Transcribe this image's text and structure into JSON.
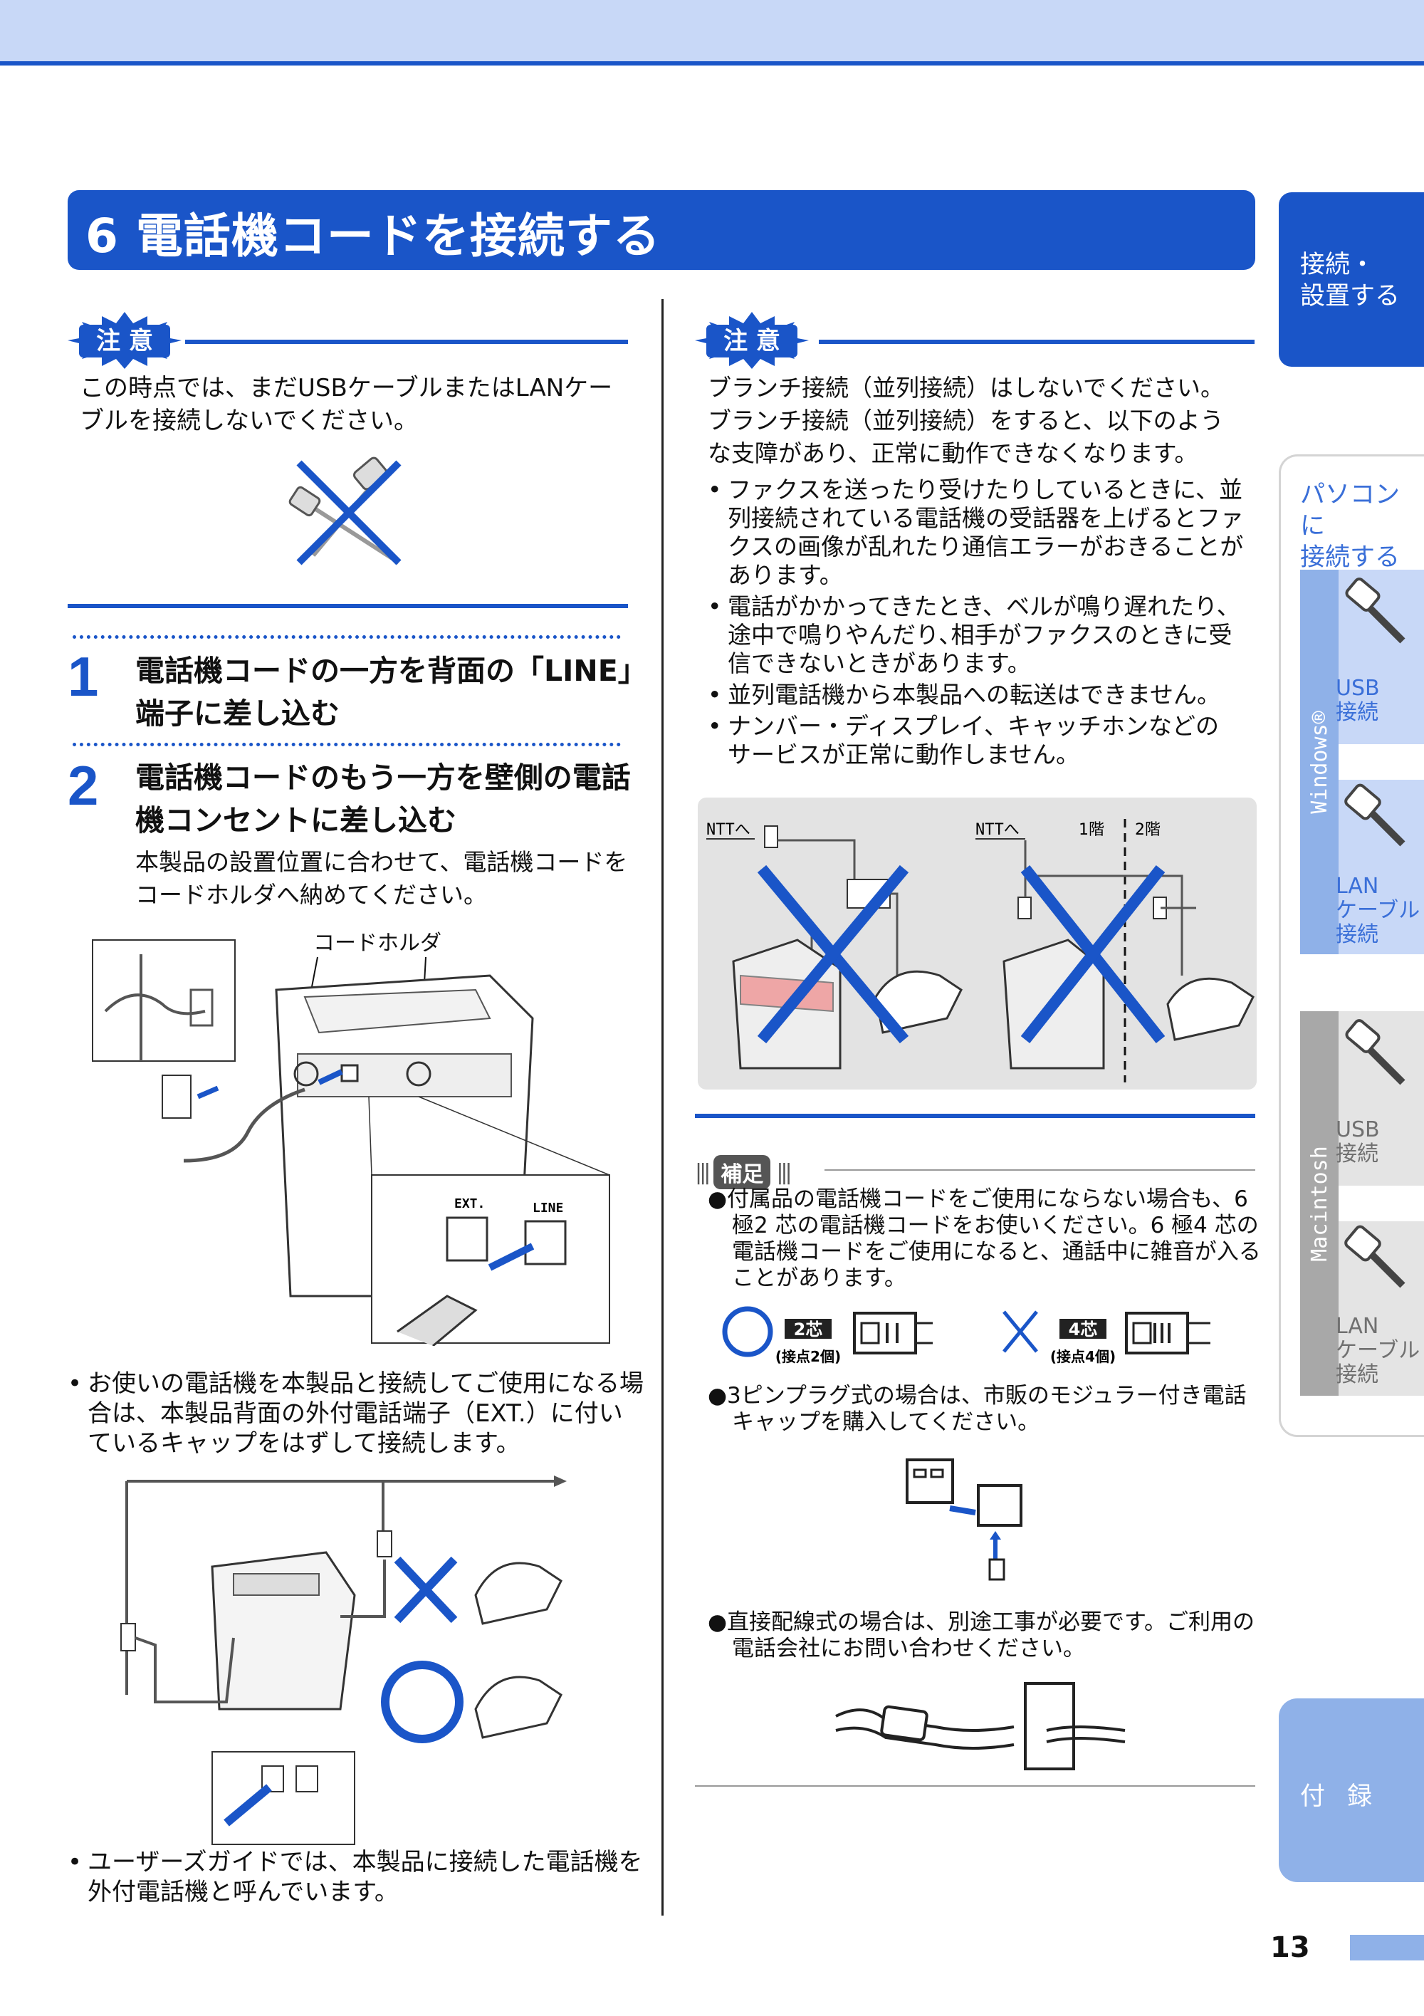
{
  "header": {
    "title": "6 電話機コードを接続する"
  },
  "badges": {
    "caution": "注 意",
    "supplement": "補足"
  },
  "left": {
    "caution_text": [
      "この時点では、まだUSBケーブルまたはLANケー",
      "ブルを接続しないでください。"
    ],
    "steps": [
      {
        "number": "1",
        "title": [
          "電話機コードの一方を背面の「LINE」",
          "端子に差し込む"
        ]
      },
      {
        "number": "2",
        "title": [
          "電話機コードのもう一方を壁側の電話",
          "機コンセントに差し込む"
        ],
        "desc": [
          "本製品の設置位置に合わせて、電話機コードを",
          "コードホルダへ納めてください。"
        ]
      }
    ],
    "cord_holder_label": "コードホルダ",
    "port_labels": {
      "ext": "EXT.",
      "line": "LINE"
    },
    "bullet1": [
      "お使いの電話機を本製品と接続してご使用になる場",
      "合は、本製品背面の外付電話端子（EXT.）に付い",
      "ているキャップをはずして接続します。"
    ],
    "bullet2": [
      "ユーザーズガイドでは、本製品に接続した電話機を",
      "外付電話機と呼んでいます。"
    ]
  },
  "right": {
    "caution_intro": [
      "ブランチ接続（並列接続）はしないでください。",
      "ブランチ接続（並列接続）をすると、以下のよう",
      "な支障があり、正常に動作できなくなります。"
    ],
    "bullets": [
      [
        "ファクスを送ったり受けたりしているときに、並",
        "列接続されている電話機の受話器を上げるとファ",
        "クスの画像が乱れたり通信エラーがおきることが",
        "あります。"
      ],
      [
        "電話がかかってきたとき、ベルが鳴り遅れたり、",
        "途中で鳴りやんだり､相手がファクスのときに受",
        "信できないときがあります。"
      ],
      [
        "並列電話機から本製品への転送はできません。"
      ],
      [
        "ナンバー・ディスプレイ、キャッチホンなどの",
        "サービスが正常に動作しません。"
      ]
    ],
    "diagram_labels": {
      "ntt_left": "NTTへ",
      "ntt_right": "NTTへ",
      "floor1": "1階",
      "floor2": "2階"
    },
    "supplement_items": [
      [
        "●付属品の電話機コードをご使用にならない場合も、6",
        "極2 芯の電話機コードをお使いください。6 極4 芯の",
        "電話機コードをご使用になると、通話中に雑音が入る",
        "ことがあります。"
      ],
      [
        "●3ピンプラグ式の場合は、市販のモジュラー付き電話",
        "キャップを購入してください。"
      ],
      [
        "●直接配線式の場合は、別途工事が必要です。ご利用の",
        "電話会社にお問い合わせください。"
      ]
    ],
    "core_ok": {
      "label": "2芯",
      "sub": "(接点2個)"
    },
    "core_ng": {
      "label": "4芯",
      "sub": "(接点4個)"
    }
  },
  "sidebar": {
    "connect": [
      "接続・",
      "設置する"
    ],
    "pc": [
      "パソコンに",
      "接続する"
    ],
    "windows": "Windows®",
    "mac": "Macintosh",
    "win_usb": [
      "USB",
      "接続"
    ],
    "win_lan": [
      "LAN",
      "ケーブル",
      "接続"
    ],
    "mac_usb": [
      "USB",
      "接続"
    ],
    "mac_lan": [
      "LAN",
      "ケーブル",
      "接続"
    ],
    "appendix": "付 録"
  },
  "page_number": "13",
  "colors": {
    "brand": "#1a55c8",
    "light": "#8fb1e8",
    "topbar": "#c8d8f7"
  }
}
